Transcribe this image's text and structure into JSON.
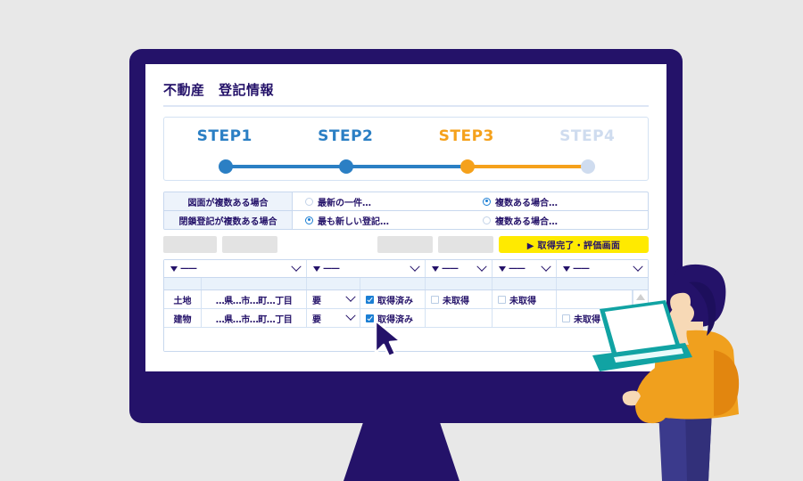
{
  "colors": {
    "background": "#e8e8e8",
    "monitor_frame": "#241269",
    "accent_blue": "#1b7fd4",
    "accent_orange": "#f5a11b",
    "step_inactive": "#cfdcef",
    "button_yellow": "#ffea00",
    "text_navy": "#241269",
    "sweater_orange": "#f0a01e",
    "laptop_teal": "#11a3a3",
    "pants_indigo": "#3b3a8c"
  },
  "screen": {
    "page_title": "不動産　登記情報",
    "stepper": {
      "steps": [
        {
          "label": "STEP1",
          "state": "done",
          "color": "#2b7fc4"
        },
        {
          "label": "STEP2",
          "state": "done",
          "color": "#2b7fc4"
        },
        {
          "label": "STEP3",
          "state": "current",
          "color": "#f5a11b"
        },
        {
          "label": "STEP4",
          "state": "upcoming",
          "color": "#cfdcef"
        }
      ]
    },
    "options": [
      {
        "label": "図面が複数ある場合",
        "choices": [
          {
            "text": "最新の一件…",
            "selected": false
          },
          {
            "text": "複数ある場合…",
            "selected": true
          }
        ]
      },
      {
        "label": "閉鎖登記が複数ある場合",
        "choices": [
          {
            "text": "最も新しい登記…",
            "selected": true
          },
          {
            "text": "複数ある場合…",
            "selected": false
          }
        ]
      }
    ],
    "toolbar": {
      "placeholders": [
        "",
        "",
        "",
        ""
      ],
      "primary_button": "▶ 取得完了・評価画面"
    },
    "table": {
      "filter_placeholder": "——",
      "filter_icon": "triangle-down-icon",
      "dropdown_icon": "chevron-down-icon",
      "filters": [
        {
          "label": "——"
        },
        {
          "label": "——"
        },
        {
          "label": "——"
        },
        {
          "label": "——"
        },
        {
          "label": "——"
        }
      ],
      "rows": [
        {
          "kind": "土地",
          "address": "…県…市…町…丁目",
          "need": "要",
          "col1": {
            "text": "取得済み",
            "checked": true
          },
          "col2": {
            "text": "未取得",
            "checked": false
          },
          "col3": {
            "text": "未取得",
            "checked": false
          },
          "col4": {
            "text": "",
            "checked": null
          }
        },
        {
          "kind": "建物",
          "address": "…県…市…町…丁目",
          "need": "要",
          "col1": {
            "text": "取得済み",
            "checked": true
          },
          "col2": {
            "text": "",
            "checked": null
          },
          "col3": {
            "text": "",
            "checked": null
          },
          "col4": {
            "text": "未取得",
            "checked": false
          }
        }
      ],
      "scroll_up_icon": "triangle-up-icon"
    }
  },
  "illustration": {
    "person": "person-from-behind-holding-laptop",
    "laptop": "laptop-icon",
    "cursor": "mouse-cursor-icon"
  }
}
